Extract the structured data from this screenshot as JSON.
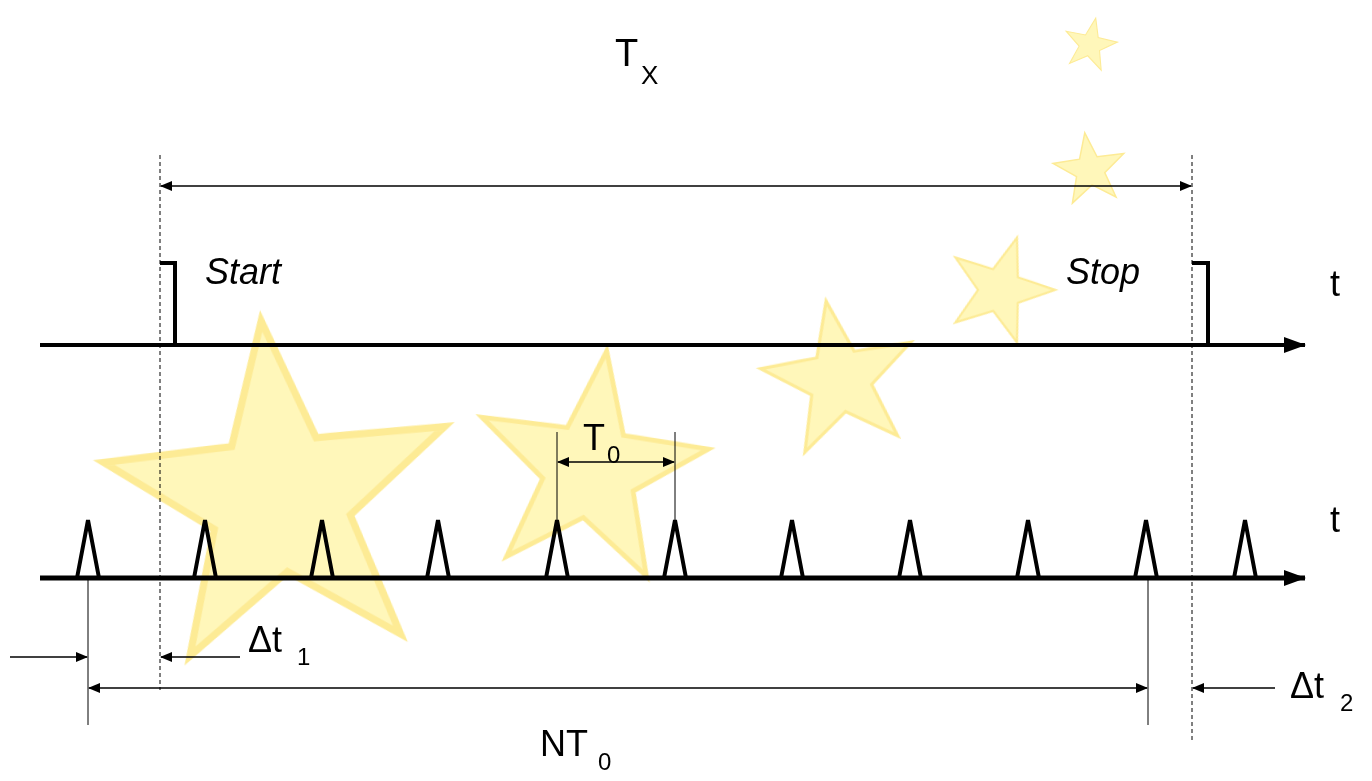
{
  "diagram": {
    "labels": [
      "T",
      "X",
      "Start",
      "Stop",
      "t",
      "T",
      "0",
      "t",
      "Δt",
      "1",
      "NT",
      "0",
      "Δt",
      "2"
    ]
  }
}
